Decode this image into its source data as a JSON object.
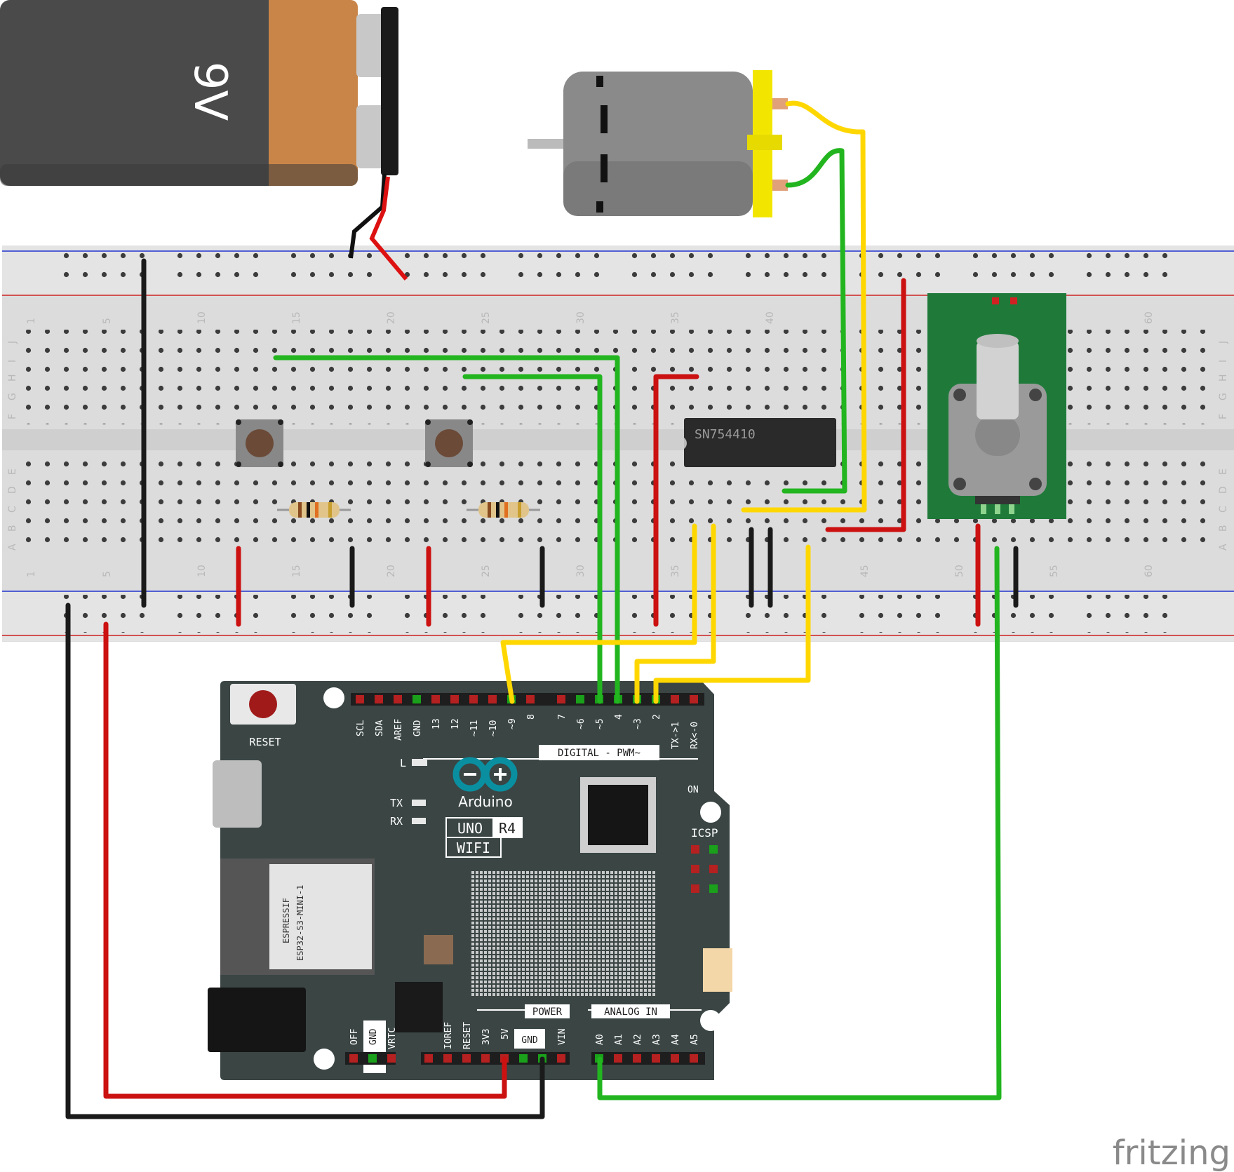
{
  "battery": {
    "label": "9V"
  },
  "driver_ic": {
    "label": "SN754410"
  },
  "arduino": {
    "reset_label": "RESET",
    "brand": "Arduino",
    "model": "UNO",
    "model_rev": "R4",
    "variant": "WIFI",
    "module_vendor": "ESPRESSIF",
    "module_name": "ESP32-S3-MINI-1",
    "digital_header_title": "DIGITAL - PWM~",
    "power_header_title": "POWER",
    "analog_header_title": "ANALOG IN",
    "icsp_label": "ICSP",
    "on_label": "ON",
    "led_l": "L",
    "led_tx": "TX",
    "led_rx": "RX",
    "gnd_box_label": "GND",
    "top_pins": [
      "SCL",
      "SDA",
      "AREF",
      "GND",
      "13",
      "12",
      "~11",
      "~10",
      "~9",
      "8",
      "7",
      "~6",
      "~5",
      "4",
      "~3",
      "2",
      "TX->1",
      "RX<-0"
    ],
    "power_pins": [
      "OFF",
      "GND",
      "VRTC",
      "IOREF",
      "RESET",
      "3V3",
      "5V",
      "VIN"
    ],
    "analog_pins": [
      "A0",
      "A1",
      "A2",
      "A3",
      "A4",
      "A5"
    ]
  },
  "breadboard": {
    "column_numbers": [
      "1",
      "5",
      "10",
      "15",
      "20",
      "25",
      "30",
      "35",
      "40",
      "45",
      "50",
      "55",
      "60"
    ],
    "row_letters_top": [
      "J",
      "I",
      "H",
      "G",
      "F"
    ],
    "row_letters_bottom": [
      "E",
      "D",
      "C",
      "B",
      "A"
    ]
  },
  "watermark": "fritzing",
  "colors": {
    "wire_green": "#22b51f",
    "wire_yellow": "#ffd700",
    "wire_red": "#cc1111",
    "wire_black": "#1a1a1a",
    "board": "#3a4544",
    "pot_board": "#1f7a3a"
  }
}
